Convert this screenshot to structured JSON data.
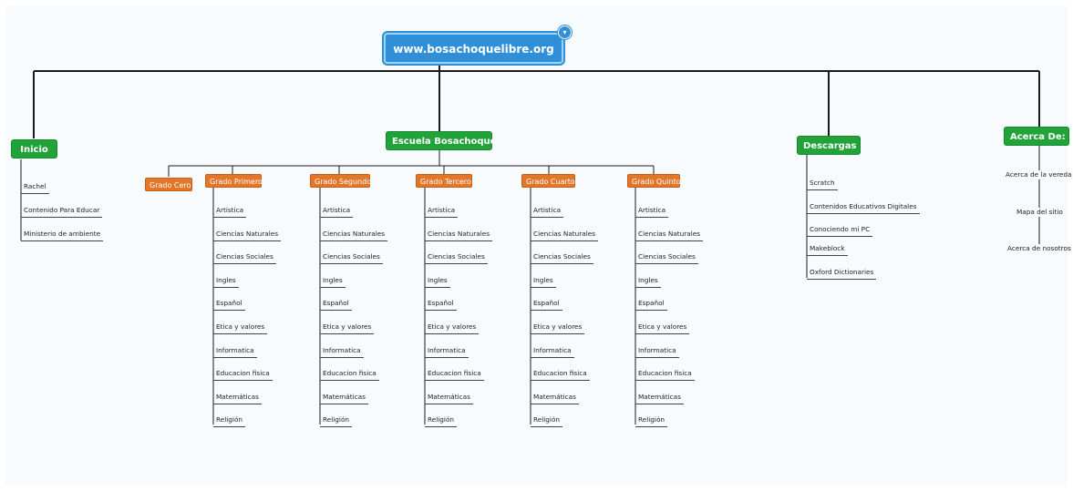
{
  "root": {
    "label": "www.bosachoquelibre.org",
    "collapse_icon": "chevron-down-icon"
  },
  "colors": {
    "root": "#2f8fd8",
    "main": "#22a339",
    "grade": "#e2762b",
    "line": "#1a1a1a"
  },
  "inicio": {
    "label": "Inicio",
    "items": [
      "Rachel",
      "Contenido Para Educar",
      "Ministerio de ambiente"
    ]
  },
  "escuela": {
    "label": "Escuela Bosachoque",
    "grado_cero": "Grado Cero",
    "grades": [
      {
        "label": "Grado Primero",
        "subjects": [
          "Artistica",
          "Ciencias Naturales",
          "Ciencias Sociales",
          "Ingles",
          "Español",
          "Etica y valores",
          "Informatica",
          "Educacion fisica",
          "Matemáticas",
          "Religión"
        ]
      },
      {
        "label": "Grado Segundo",
        "subjects": [
          "Artistica",
          "Ciencias Naturales",
          "Ciencias Sociales",
          "Ingles",
          "Español",
          "Etica y valores",
          "Informatica",
          "Educacion fisica",
          "Matemáticas",
          "Religión"
        ]
      },
      {
        "label": "Grado Tercero",
        "subjects": [
          "Artistica",
          "Ciencias Naturales",
          "Ciencias Sociales",
          "Ingles",
          "Español",
          "Etica y valores",
          "Informatica",
          "Educacion fisica",
          "Matemáticas",
          "Religión"
        ]
      },
      {
        "label": "Grado Cuarto",
        "subjects": [
          "Artistica",
          "Ciencias Naturales",
          "Ciencias Sociales",
          "Ingles",
          "Español",
          "Etica y valores",
          "Informatica",
          "Educacion fisica",
          "Matemáticas",
          "Religión"
        ]
      },
      {
        "label": "Grado Quinto",
        "subjects": [
          "Artistica",
          "Ciencias Naturales",
          "Ciencias Sociales",
          "Ingles",
          "Español",
          "Etica y valores",
          "Informatica",
          "Educacion fisica",
          "Matemáticas",
          "Religión"
        ]
      }
    ]
  },
  "descargas": {
    "label": "Descargas",
    "items": [
      "Scratch",
      "Contenidos Educativos Digitales",
      "Conociendo mi PC",
      "Makeblock",
      "Oxford Dictionaries"
    ]
  },
  "acerca": {
    "label": "Acerca De:",
    "items": [
      "Acerca de la vereda",
      "Mapa del sitio",
      "Acerca de nosotros"
    ]
  }
}
